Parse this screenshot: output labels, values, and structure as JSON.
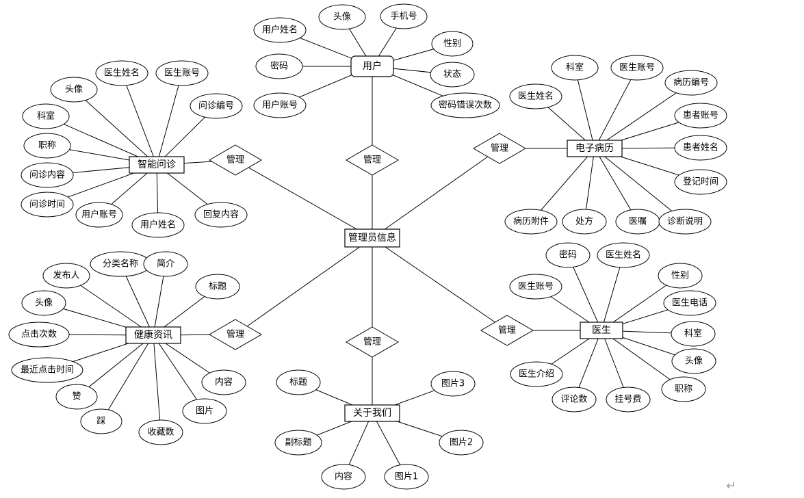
{
  "center": {
    "label": "管理员信息"
  },
  "relationships": {
    "user": "管理",
    "consult": "管理",
    "record": "管理",
    "news": "管理",
    "about": "管理",
    "doctor": "管理"
  },
  "entities": {
    "user": {
      "label": "用户",
      "attributes": [
        "头像",
        "手机号",
        "用户姓名",
        "性别",
        "密码",
        "状态",
        "用户账号",
        "密码错误次数"
      ]
    },
    "consult": {
      "label": "智能问诊",
      "attributes": [
        "医生姓名",
        "医生账号",
        "头像",
        "问诊编号",
        "科室",
        "职称",
        "问诊内容",
        "问诊时间",
        "用户账号",
        "用户姓名",
        "回复内容"
      ]
    },
    "record": {
      "label": "电子病历",
      "attributes": [
        "科室",
        "医生账号",
        "医生姓名",
        "病历编号",
        "患者账号",
        "患者姓名",
        "登记时间",
        "病历附件",
        "处方",
        "医嘱",
        "诊断说明"
      ]
    },
    "news": {
      "label": "健康资讯",
      "attributes": [
        "分类名称",
        "简介",
        "发布人",
        "标题",
        "头像",
        "点击次数",
        "最近点击时间",
        "赞",
        "踩",
        "收藏数",
        "图片",
        "内容"
      ]
    },
    "about": {
      "label": "关于我们",
      "attributes": [
        "标题",
        "图片3",
        "副标题",
        "图片2",
        "内容",
        "图片1"
      ]
    },
    "doctor": {
      "label": "医生",
      "attributes": [
        "密码",
        "医生姓名",
        "医生账号",
        "性别",
        "医生电话",
        "科室",
        "头像",
        "医生介绍",
        "评论数",
        "挂号费",
        "职称"
      ]
    }
  },
  "return_mark": "↵"
}
